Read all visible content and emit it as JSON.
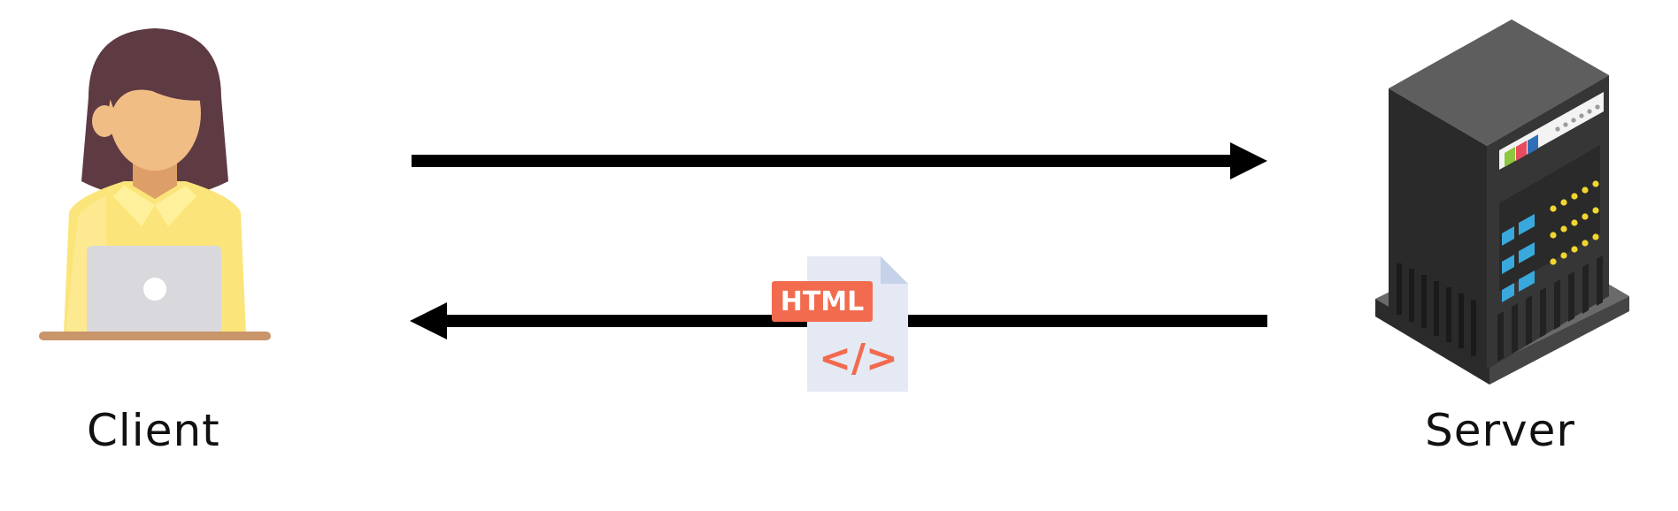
{
  "nodes": {
    "client": {
      "label": "Client",
      "icon": "person-with-laptop-icon"
    },
    "server": {
      "label": "Server",
      "icon": "server-rack-icon"
    }
  },
  "edges": [
    {
      "from": "client",
      "to": "server",
      "direction": "right"
    },
    {
      "from": "server",
      "to": "client",
      "direction": "left",
      "payload_icon": "html-file-icon"
    }
  ],
  "payload": {
    "badge": "HTML",
    "code_glyph": "</>"
  },
  "colors": {
    "arrow": "#000000",
    "hair": "#5e3a43",
    "skin": "#f0bd85",
    "shirt": "#fbe57a",
    "laptop": "#d9d8dc",
    "desk": "#c9956b",
    "server_body": "#333333",
    "server_top": "#5a5a5a",
    "led": "#f2d630",
    "bay": "#39a8dc",
    "html_badge": "#f26b4f",
    "file": "#e4e9f4"
  }
}
